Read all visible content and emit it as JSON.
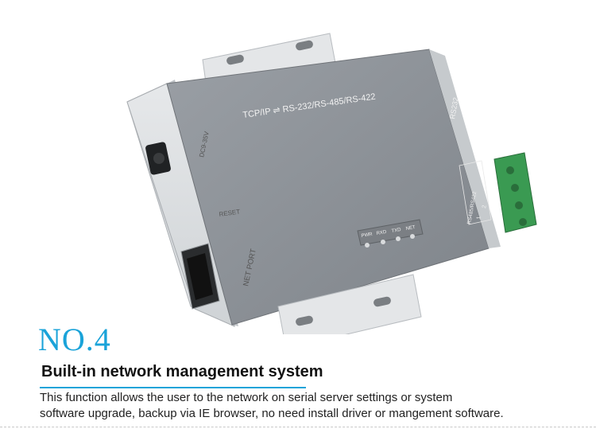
{
  "device": {
    "top_label": "TCP/IP ⇌ RS-232/RS-485/RS-422",
    "rs232_label": "RS232",
    "power_label": "DC9-35V",
    "reset_label": "RESET",
    "netport_label": "NET PORT",
    "rs485_label": "RS485/RS422",
    "terminal_label_1": "1",
    "terminal_label_2": "2",
    "leds": [
      "PWR",
      "RXD",
      "TXD",
      "NET"
    ],
    "colors": {
      "top_panel": "#8f949a",
      "case": "#d9dcdf",
      "terminal_block": "#3a9a52"
    }
  },
  "heading": {
    "number": "NO.4",
    "title": "Built-in network management system"
  },
  "description": {
    "line1": "This function allows the user to the network on serial server settings or system",
    "line2": "software upgrade, backup via IE browser, no need install driver or mangement software."
  },
  "colors": {
    "accent": "#1aa3d9"
  }
}
